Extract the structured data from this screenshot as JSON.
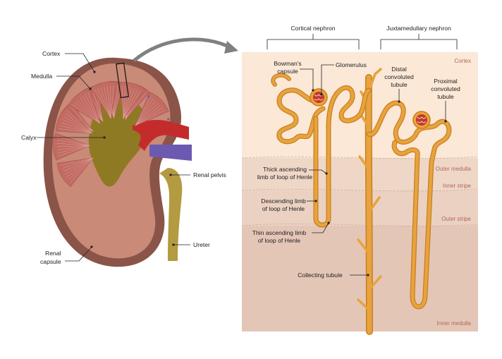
{
  "labels": {
    "cortex": "Cortex",
    "medulla": "Medulla",
    "calyx": "Calyx",
    "renal_pelvis": "Renal pelvis",
    "ureter": "Ureter",
    "renal_capsule_1": "Renal",
    "renal_capsule_2": "capsule"
  },
  "nephron_headers": {
    "cortical": "Cortical nephron",
    "juxtamedullary": "Juxtamedullary nephron"
  },
  "zones": {
    "cortex": "Cortex",
    "outer_medulla": "Outer medulla",
    "inner_stripe": "Inner stripe",
    "outer_stripe": "Outer stripe",
    "inner_medulla": "Inner medulla"
  },
  "structures": {
    "bowmans_1": "Bowman's",
    "bowmans_2": "capsule",
    "glomerulus": "Glomerulus",
    "distal_1": "Distal",
    "distal_2": "convoluted",
    "distal_3": "tubule",
    "proximal_1": "Proximal",
    "proximal_2": "convoluted",
    "proximal_3": "tubule",
    "thick_1": "Thick ascending",
    "thick_2": "limb of loop of Henle",
    "desc_1": "Descending limb",
    "desc_2": "of loop of Henle",
    "thin_1": "Thin ascending limb",
    "thin_2": "of loop of Henle",
    "collecting": "Collecting tubule"
  },
  "colors": {
    "cortex_zone": "#fbe8d6",
    "outer_stripe_zone": "#f0dacb",
    "inner_stripe_zone": "#ecd3c4",
    "inner_medulla_zone": "#e6c9bb",
    "tubule": "#e8a33f",
    "tubule_stroke": "#c77f1d",
    "kidney_outer": "#8a5448",
    "kidney_cortex": "#c98a78",
    "medulla_pyramid": "#c16b63",
    "calyx": "#8f7a24",
    "artery": "#c42c2c",
    "vein": "#6b5ab0",
    "arrow": "#808080"
  }
}
